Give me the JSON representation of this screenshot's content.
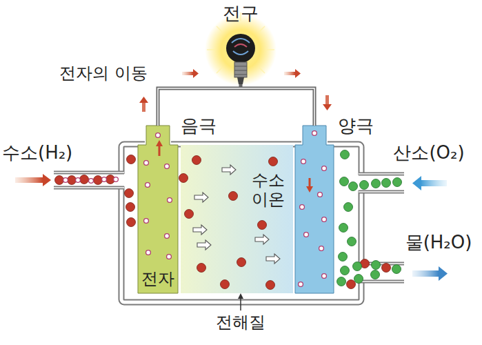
{
  "diagram": {
    "nodes": [
      {
        "text": [
          "음극",
          "전자"
        ]
      },
      {
        "text": [
          "수소 이온"
        ]
      },
      {
        "text": [
          "양극"
        ]
      },
      {
        "text": [
          "전구"
        ]
      }
    ],
    "edges": [
      {
        "from": 0,
        "to": 3,
        "arrow": "none"
      },
      {
        "from": 3,
        "to": 2,
        "arrow": "none"
      }
    ],
    "labels": [
      "전자의 이동",
      "수소(H₂)",
      "산소(O₂)",
      "물(H₂O)",
      "전해질"
    ]
  }
}
